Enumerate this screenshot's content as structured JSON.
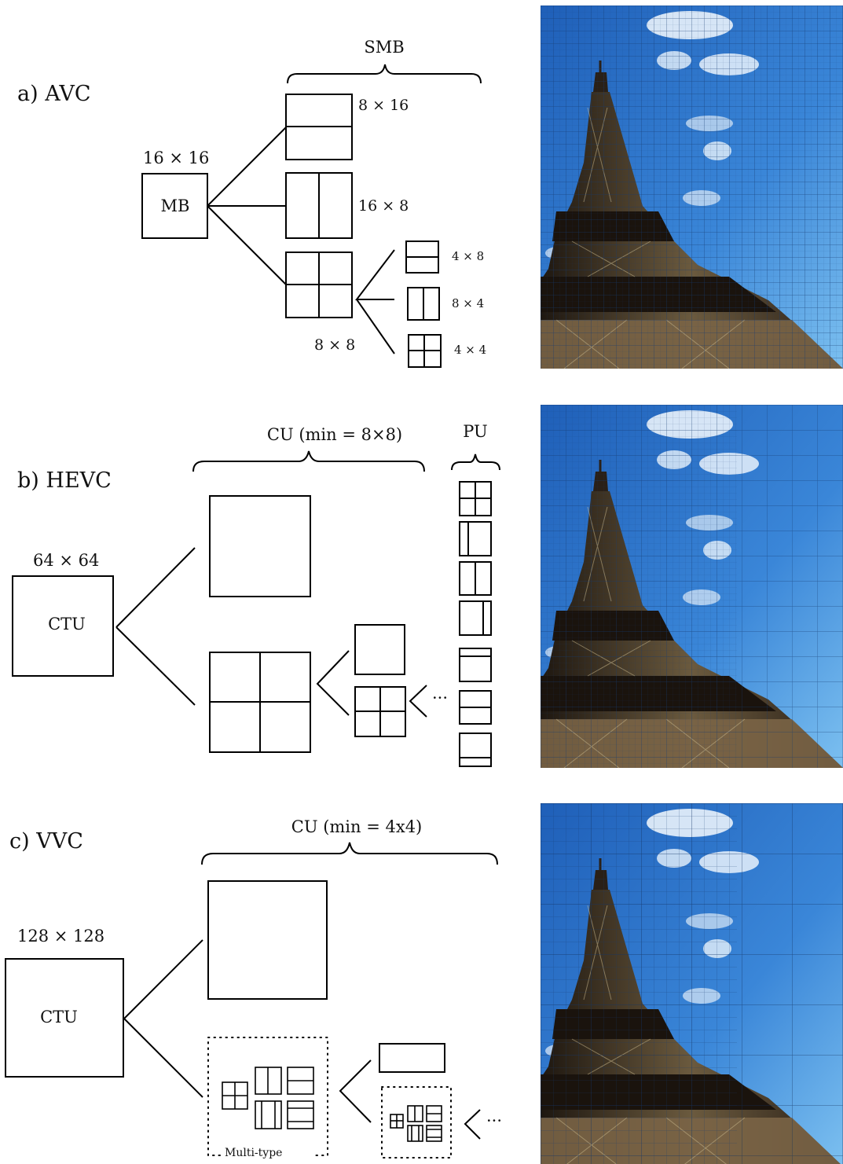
{
  "panels": {
    "avc": {
      "label": "a) AVC",
      "root_size": "16 × 16",
      "root_name": "MB",
      "group_label": "SMB",
      "sizes": [
        "8 × 16",
        "16 × 8",
        "8 × 8"
      ],
      "sub_sizes": [
        "4 × 8",
        "8 × 4",
        "4 × 4"
      ]
    },
    "hevc": {
      "label": "b) HEVC",
      "root_size": "64 × 64",
      "root_name": "CTU",
      "group_label": "CU (min = 8×8)",
      "pu_label": "PU",
      "ellipsis": "···"
    },
    "vvc": {
      "label": "c) VVC",
      "root_size": "128 × 128",
      "root_name": "CTU",
      "group_label": "CU (min = 4x4)",
      "multitype_label": "Multi-type",
      "ellipsis": "···"
    }
  },
  "photo": {
    "subject": "Eiffel Tower with block partition grid overlay",
    "colors": {
      "sky": "#2f78d2",
      "sky_light": "#6fb2ec",
      "tower": "#2c2219",
      "tower_light": "#8a7550",
      "grid": "#1a3f7a"
    }
  }
}
